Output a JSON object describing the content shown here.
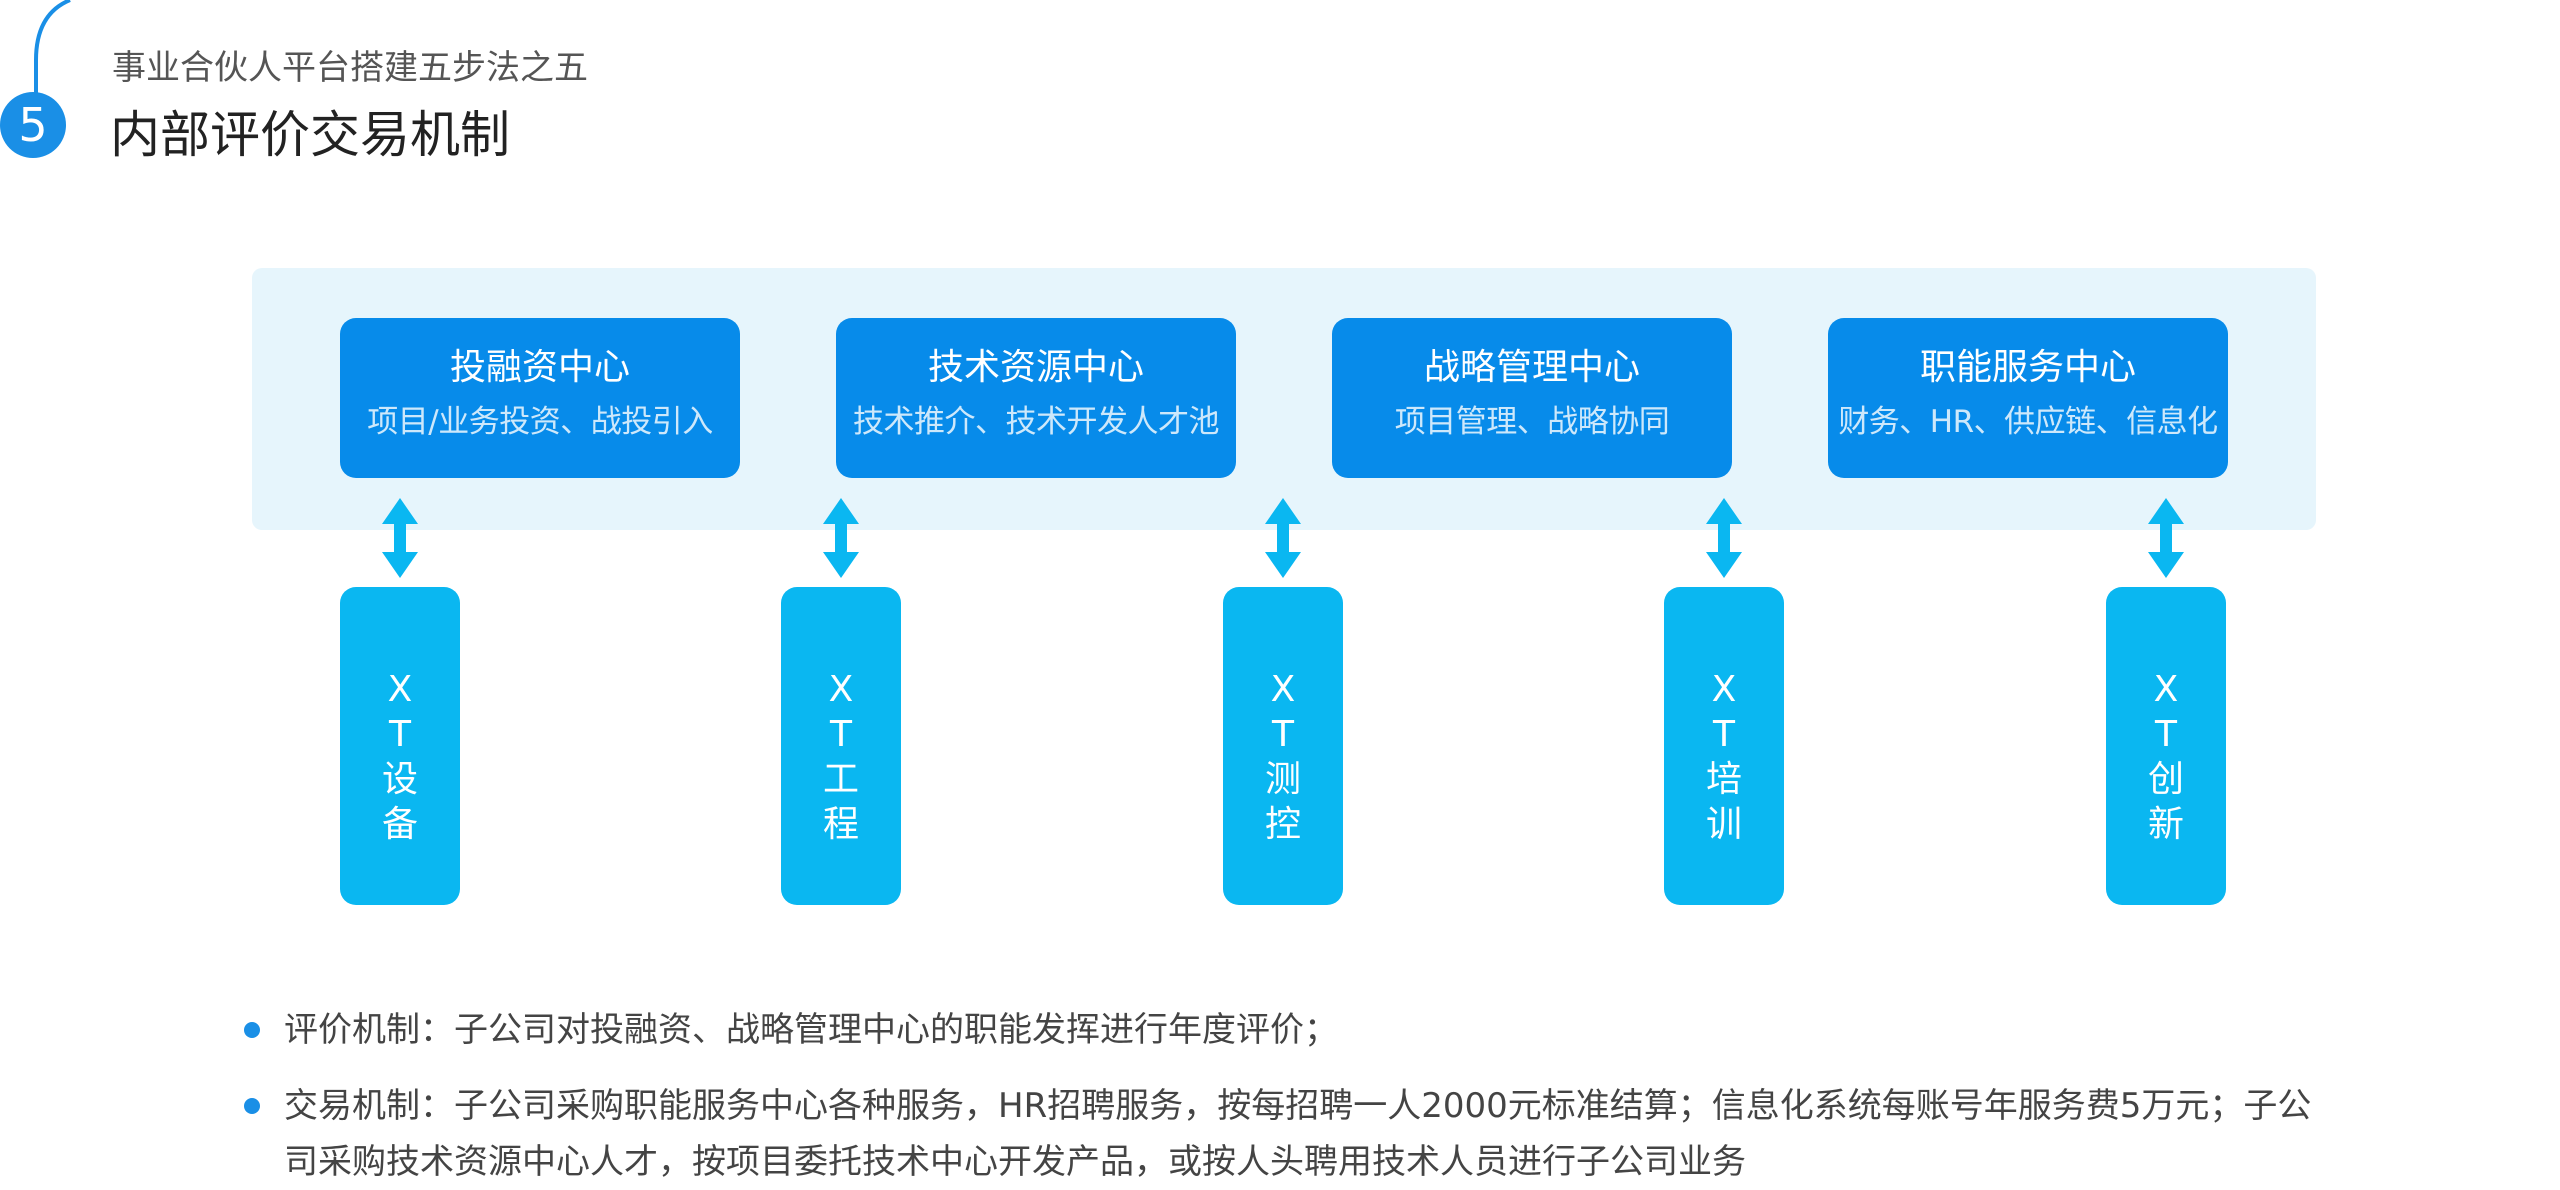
{
  "header": {
    "step_number": "5",
    "subtitle": "事业合伙人平台搭建五步法之五",
    "title": "内部评价交易机制"
  },
  "centers": [
    {
      "name": "投融资中心",
      "desc": "项目/业务投资、战投引入"
    },
    {
      "name": "技术资源中心",
      "desc": "技术推介、技术开发人才池"
    },
    {
      "name": "战略管理中心",
      "desc": "项目管理、战略协同"
    },
    {
      "name": "职能服务中心",
      "desc": "财务、HR、供应链、信息化"
    }
  ],
  "subsidiaries": [
    {
      "label": "X\nT\n设\n备"
    },
    {
      "label": "X\nT\n工\n程"
    },
    {
      "label": "X\nT\n测\n控"
    },
    {
      "label": "X\nT\n培\n训"
    },
    {
      "label": "X\nT\n创\n新"
    }
  ],
  "bullets": [
    "评价机制：子公司对投融资、战略管理中心的职能发挥进行年度评价；",
    "交易机制：子公司采购职能服务中心各种服务，HR招聘服务，按每招聘一人2000元标准结算；信息化系统每账号年服务费5万元；子公司采购技术资源中心人才，按项目委托技术中心开发产品，或按人头聘用技术人员进行子公司业务"
  ],
  "colors": {
    "badge": "#1a8fe6",
    "center_box": "#078bea",
    "sub_box": "#0ab7f1",
    "arrow": "#0ab7f1",
    "panel": "#e6f5fc"
  }
}
